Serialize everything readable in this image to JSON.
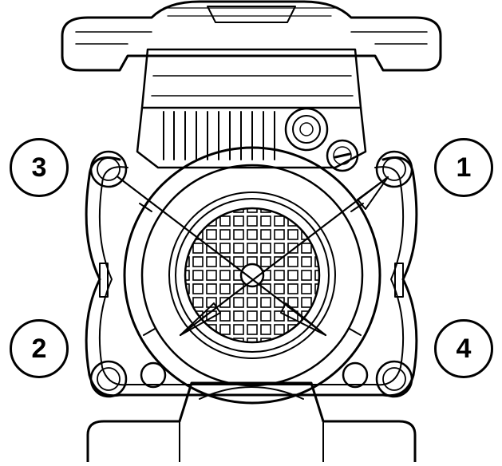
{
  "callouts": {
    "one": "1",
    "two": "2",
    "three": "3",
    "four": "4"
  },
  "colors": {
    "line": "#000000",
    "background": "#ffffff"
  },
  "icons": [
    "pump-motor-drawing",
    "fan-grille",
    "cable-gland"
  ]
}
